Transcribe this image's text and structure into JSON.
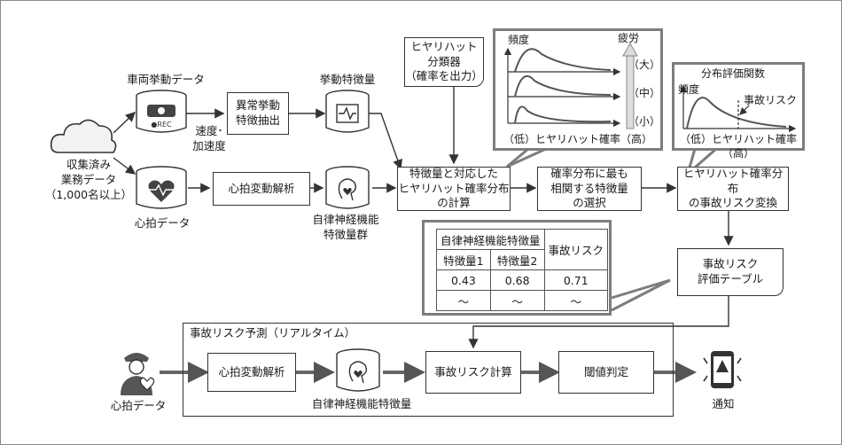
{
  "sources": {
    "cloud_label": "収集済み\n業務データ\n（1,000名以上）",
    "vehicle_data": "車両挙動データ",
    "rec_label": "●REC",
    "speed_label": "速度･\n加速度",
    "heart_data": "心拍データ"
  },
  "steps": {
    "abnormal_extract": "異常挙動\n特徴抽出",
    "behavior_features": "挙動特徴量",
    "hrv_analysis": "心拍変動解析",
    "ans_feature_group": "自律神経機能\n特徴量群",
    "classifier_note": "ヒヤリハット\n分類器\n（確率を出力）",
    "prob_dist_calc": "特徴量と対応した\nヒヤリハット確率分布\nの計算",
    "feature_select": "確率分布に最も\n相関する特徴量\nの選択",
    "risk_convert": "ヒヤリハット確率分布\nの事故リスク変換",
    "risk_table_note": "事故リスク\n評価テーブル"
  },
  "freq_chart": {
    "ylabel": "頻度",
    "fatigue": "疲労",
    "levels": [
      "（大）",
      "（中）",
      "（小）"
    ],
    "xlabel": "（低）ヒヤリハット確率（高）"
  },
  "risk_chart": {
    "title": "分布評価関数",
    "ylabel": "頻度",
    "marker": "事故リスク",
    "xlabel": "（低）ヒヤリハット確率（高）"
  },
  "risk_table": {
    "header_group": "自律神経機能特徴量",
    "header_risk": "事故リスク",
    "col1": "特徴量1",
    "col2": "特徴量2",
    "rows": [
      [
        "0.43",
        "0.68",
        "0.71"
      ],
      [
        "～",
        "～",
        "～"
      ]
    ]
  },
  "realtime": {
    "title": "事故リスク予測（リアルタイム）",
    "heart_label": "心拍データ",
    "hrv": "心拍変動解析",
    "ans_feature": "自律神経機能特徴量",
    "risk_calc": "事故リスク計算",
    "threshold": "閾値判定",
    "notify": "通知"
  }
}
